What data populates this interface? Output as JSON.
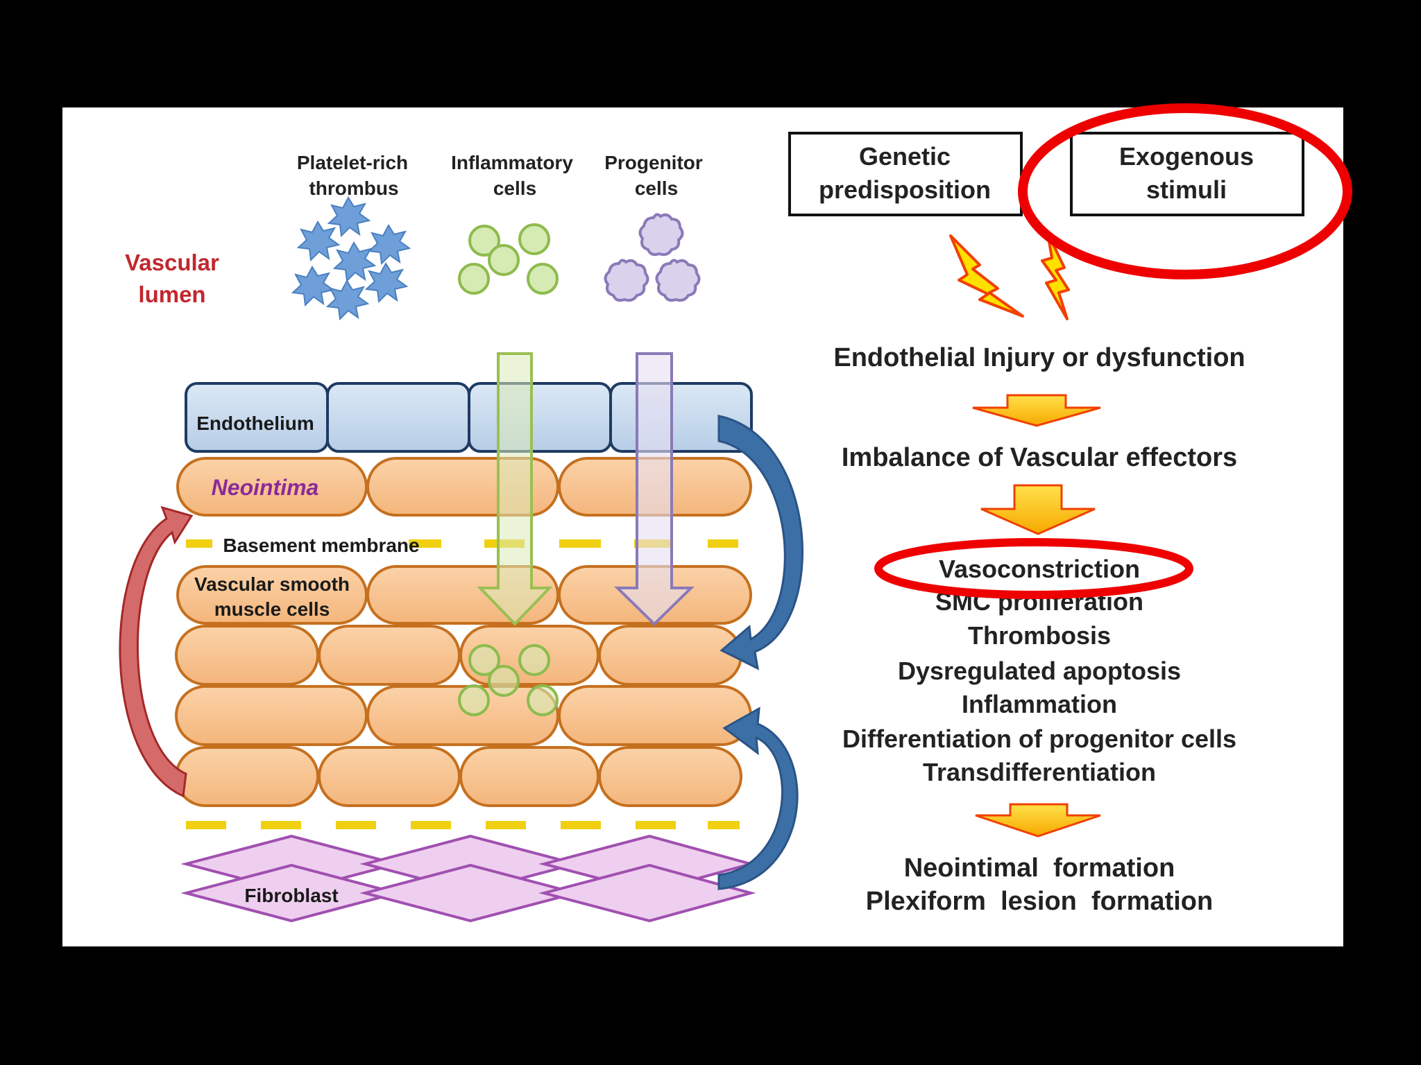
{
  "colors": {
    "background": "#000000",
    "slide": "#ffffff",
    "endothelium_fill": "#c9dcef",
    "endothelium_stroke": "#1f3b63",
    "cell_fill": "#f8c493",
    "cell_stroke": "#c5701f",
    "membrane_dash": "#f0d010",
    "fibroblast_fill": "#efcfef",
    "fibroblast_stroke": "#a050b0",
    "thrombus_blue": "#6f9fd8",
    "inflammatory_green": "#d6eab4",
    "progenitor_purple": "#d9d2ec",
    "red_arrow": "#c63c3c",
    "blue_arrow": "#3c6fa6",
    "bolt_fill": "#ffe000",
    "bolt_stroke": "#f04000",
    "highlight_red": "#ee0000",
    "vascular_lumen_text": "#c2272d",
    "neointima_text": "#8a2a9a"
  },
  "left_panel": {
    "vascular_lumen": [
      "Vascular",
      "lumen"
    ],
    "platelet": [
      "Platelet-rich",
      "thrombus"
    ],
    "inflammatory": [
      "Inflammatory",
      "cells"
    ],
    "progenitor": [
      "Progenitor",
      "cells"
    ],
    "endothelium": "Endothelium",
    "neointima": "Neointima",
    "basement_membrane": "Basement membrane",
    "vsmc": [
      "Vascular smooth",
      "muscle cells"
    ],
    "fibroblast": "Fibroblast"
  },
  "right_panel": {
    "genetic": [
      "Genetic",
      "predisposition"
    ],
    "exogenous": [
      "Exogenous",
      "stimuli"
    ],
    "step1": "Endothelial Injury or dysfunction",
    "step2": "Imbalance of Vascular effectors",
    "effects": [
      "Vasoconstriction",
      "SMC proliferation",
      "Thrombosis",
      "Dysregulated apoptosis",
      "Inflammation",
      "Differentiation of progenitor  cells",
      "Transdifferentiation"
    ],
    "outcomes": [
      "Neointimal  formation",
      "Plexiform  lesion  formation"
    ]
  }
}
